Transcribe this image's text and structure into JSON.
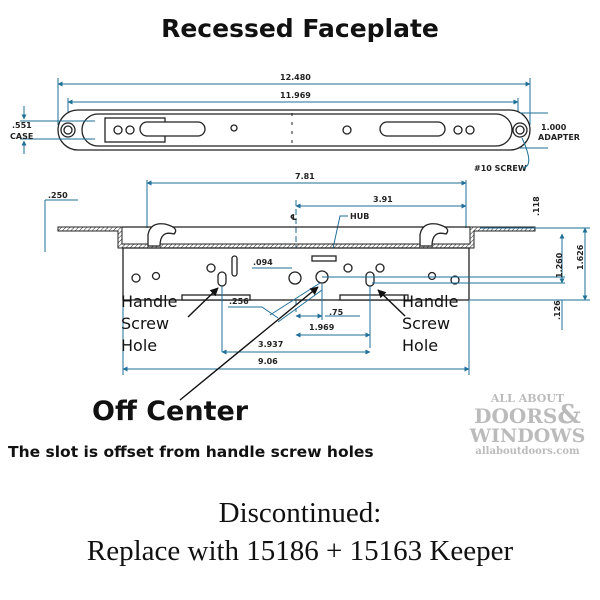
{
  "title": "Recessed Faceplate",
  "top_view": {
    "overall": "12.480",
    "inner": "11.969",
    "case_label": ".551",
    "case_word": "CASE",
    "adapter_dim": "1.000",
    "adapter_word": "ADAPTER",
    "screw": "#10 SCREW"
  },
  "side_view": {
    "d781": "7.81",
    "d250": ".250",
    "d391": "3.91",
    "centerline": "℄",
    "hub": "HUB",
    "d118": ".118",
    "d094": ".094",
    "d1260": "1.260",
    "d1626": "1.626",
    "d126": ".126",
    "d256": ".256",
    "d075": ".75",
    "d1969": "1.969",
    "d3937": "3.937",
    "d906": "9.06"
  },
  "labels": {
    "left_handle": [
      "Handle",
      "Screw",
      "Hole"
    ],
    "right_handle": [
      "Handle",
      "Screw",
      "Hole"
    ],
    "off_center": "Off Center",
    "off_center_sub": "The slot is offset from handle screw holes"
  },
  "notice": {
    "line1": "Discontinued:",
    "line2": "Replace with 15186 + 15163 Keeper"
  },
  "logo": {
    "line1": "ALL ABOUT",
    "line2": "DOORS",
    "amp": "&",
    "line3": "WINDOWS",
    "url": "allaboutdoors.com"
  },
  "colors": {
    "dimension": "#1f6f99",
    "logo": "#bbbbbb"
  }
}
